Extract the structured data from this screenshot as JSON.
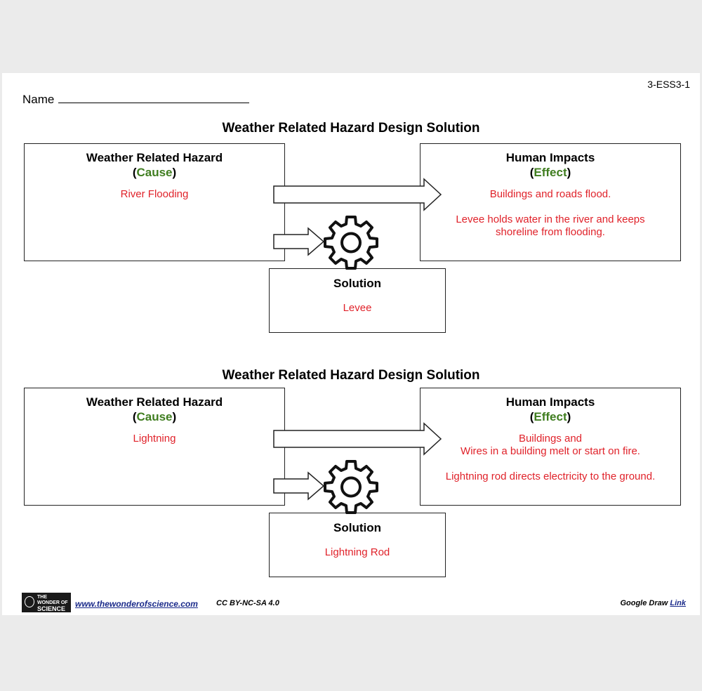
{
  "worksheet": {
    "code": "3-ESS3-1",
    "name_label": "Name"
  },
  "sections": [
    {
      "title": "Weather Related Hazard Design Solution",
      "cause": {
        "heading": "Weather Related Hazard",
        "tag_open": "(",
        "tag_word": "Cause",
        "tag_close": ")",
        "text": "River Flooding"
      },
      "effect": {
        "heading": "Human Impacts",
        "tag_open": "(",
        "tag_word": "Effect",
        "tag_close": ")",
        "line1": "Buildings and roads flood.",
        "line2": "",
        "line3": "Levee holds water in the  river and keeps",
        "line4": "shoreline from flooding."
      },
      "solution": {
        "heading": "Solution",
        "text": "Levee"
      }
    },
    {
      "title": "Weather Related Hazard Design Solution",
      "cause": {
        "heading": "Weather Related Hazard",
        "tag_open": "(",
        "tag_word": "Cause",
        "tag_close": ")",
        "text": "Lightning"
      },
      "effect": {
        "heading": "Human Impacts",
        "tag_open": "(",
        "tag_word": "Effect",
        "tag_close": ")",
        "line1": "Buildings and",
        "line2": "Wires in a building melt or start on fire.",
        "line3": "Lightning rod directs  electricity to the ground.",
        "line4": ""
      },
      "solution": {
        "heading": "Solution",
        "text": "Lightning Rod"
      }
    }
  ],
  "footer": {
    "logo_line1": "THE",
    "logo_line2": "WONDER OF",
    "logo_line3": "SCIENCE",
    "url": "www.thewonderofscience.com",
    "license": "CC BY-NC-SA 4.0",
    "google_draw": "Google Draw",
    "link_label": "Link"
  },
  "colors": {
    "answer_text": "#e0222a",
    "cause_effect_word": "#3f7d1f",
    "link": "#1a2a8a"
  }
}
